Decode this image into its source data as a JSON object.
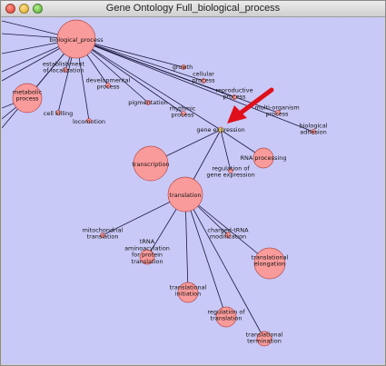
{
  "window": {
    "title": "Gene Ontology Full_biological_process"
  },
  "colors": {
    "background": "#c9c9f7",
    "node_fill": "#fa9b9b",
    "node_stroke": "#b44a4a",
    "edge": "#1a1a40",
    "arrow": "#e0101a",
    "selected_node": "#f3f07a"
  },
  "graph": {
    "nodes": {
      "biological_process": {
        "label": [
          "biological_process"
        ]
      },
      "metabolic_process": {
        "label": [
          "metabolic",
          "process"
        ]
      },
      "establishment_of_localization": {
        "label": [
          "establishment",
          "of localization"
        ]
      },
      "developmental_process": {
        "label": [
          "developmental",
          "process"
        ]
      },
      "growth": {
        "label": [
          "growth"
        ]
      },
      "cellular_process": {
        "label": [
          "cellular",
          "process"
        ]
      },
      "reproductive_process": {
        "label": [
          "reproductive",
          "process"
        ]
      },
      "multi_organism_process": {
        "label": [
          "multi-organism",
          "process"
        ]
      },
      "biological_adhesion": {
        "label": [
          "biological",
          "adhesion"
        ]
      },
      "pigmentation": {
        "label": [
          "pigmentation"
        ]
      },
      "rhythmic_process": {
        "label": [
          "rhythmic",
          "process"
        ]
      },
      "cell_killing": {
        "label": [
          "cell killing"
        ]
      },
      "locomotion": {
        "label": [
          "locomotion"
        ]
      },
      "gene_expression": {
        "label": [
          "gene expression"
        ]
      },
      "transcription": {
        "label": [
          "transcription"
        ]
      },
      "rna_processing": {
        "label": [
          "RNA processing"
        ]
      },
      "regulation_of_gene_expression": {
        "label": [
          "regulation of",
          "gene expression"
        ]
      },
      "translation": {
        "label": [
          "translation"
        ]
      },
      "mitochondrial_translation": {
        "label": [
          "mitochondrial",
          "translation"
        ]
      },
      "charged_trna_modification": {
        "label": [
          "charged-tRNA",
          "modification"
        ]
      },
      "trna_aminoacylation": {
        "label": [
          "tRNA",
          "aminoacylation",
          "for protein",
          "translation"
        ]
      },
      "translational_elongation": {
        "label": [
          "translational",
          "elongation"
        ]
      },
      "translational_initiation": {
        "label": [
          "translational",
          "initiation"
        ]
      },
      "regulation_of_translation": {
        "label": [
          "regulation of",
          "translation"
        ]
      },
      "translational_termination": {
        "label": [
          "translational",
          "termination"
        ]
      }
    }
  }
}
